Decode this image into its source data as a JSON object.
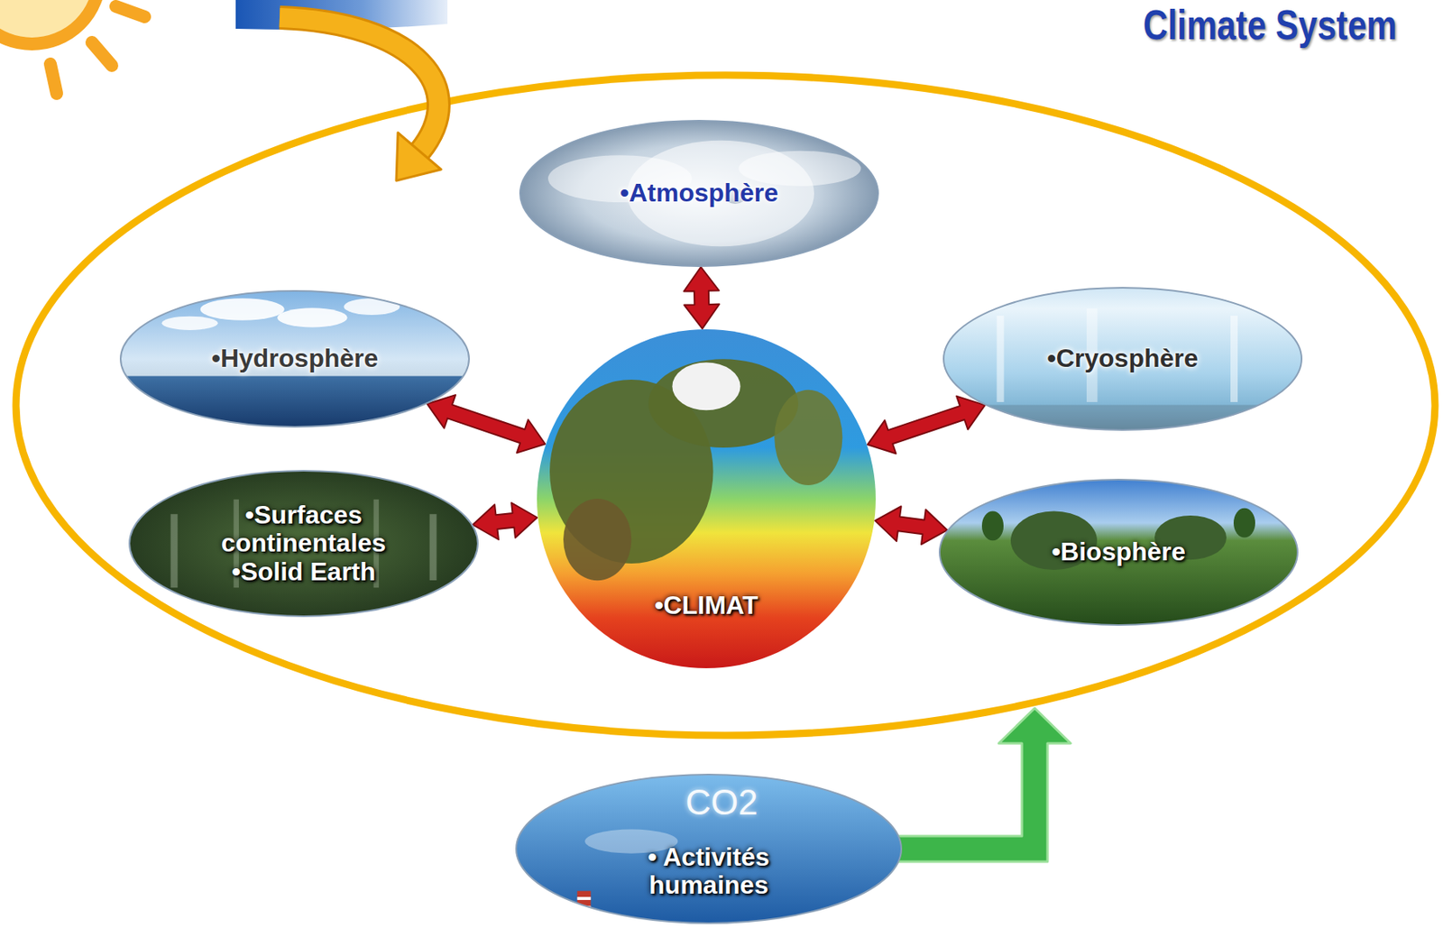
{
  "diagram": {
    "title": "Climate System",
    "nodes": [
      {
        "text": [
          "•Atmosphère"
        ]
      },
      {
        "text": [
          "•Hydrosphère"
        ]
      },
      {
        "text": [
          "•Cryosphère"
        ]
      },
      {
        "text": [
          "•Surfaces continentales",
          "•Solid Earth"
        ]
      },
      {
        "text": [
          "•CLIMAT"
        ]
      },
      {
        "text": [
          "•Biosphère"
        ]
      },
      {
        "text": [
          "• Activités humaines"
        ]
      }
    ],
    "edges": [
      {
        "from": 0,
        "to": 4,
        "arrow": "both"
      },
      {
        "from": 1,
        "to": 4,
        "arrow": "both"
      },
      {
        "from": 2,
        "to": 4,
        "arrow": "both"
      },
      {
        "from": 3,
        "to": 4,
        "arrow": "both"
      },
      {
        "from": 5,
        "to": 4,
        "arrow": "both"
      }
    ],
    "labels": [
      "CO2"
    ]
  }
}
